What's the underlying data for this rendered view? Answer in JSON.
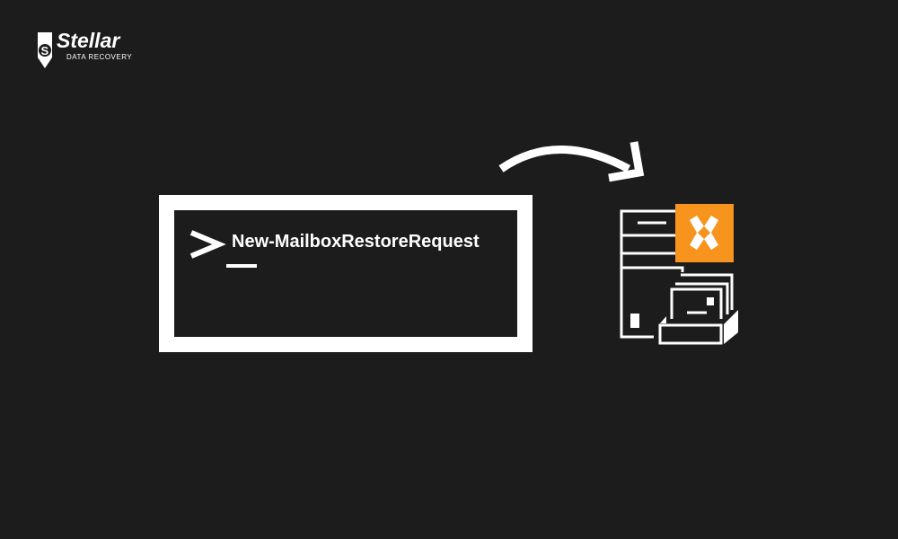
{
  "logo": {
    "brand": "Stellar",
    "tagline": "DATA RECOVERY"
  },
  "terminal": {
    "command": "New-MailboxRestoreRequest"
  },
  "colors": {
    "background": "#1c1c1c",
    "accent": "#f7941d",
    "foreground": "#ffffff"
  },
  "icons": [
    "shield-logo-icon",
    "prompt-icon",
    "curved-arrow-icon",
    "exchange-server-icon",
    "exchange-logo-icon",
    "mailbox-drawer-icon"
  ]
}
